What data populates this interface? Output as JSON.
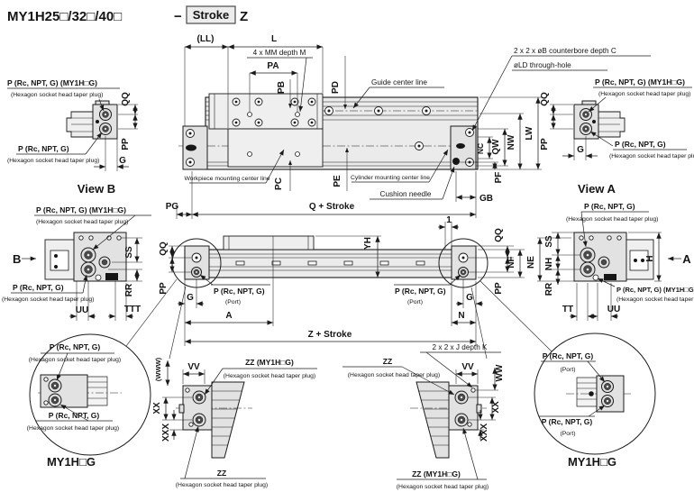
{
  "title": {
    "model": "MY1H25□/32□/40□",
    "dash": "−",
    "stroke_box": "Stroke",
    "suffix": "Z"
  },
  "ports": {
    "p": "P (Rc, NPT, G)",
    "p_g": "P (Rc, NPT, G) (MY1H□G)",
    "plug": "(Hexagon socket head taper plug)",
    "port": "(Port)"
  },
  "callouts": {
    "mm_holes": "4 x MM depth M",
    "counterbore": "2 x 2 x øB counterbore depth C",
    "through_hole": "øLD through-hole",
    "guide_center_line": "Guide center line",
    "workpiece_center_line": "Workpiece mounting center line",
    "cylinder_center_line": "Cylinder mounting center line",
    "cushion_needle": "Cushion needle",
    "j_holes": "2 x 2 x J depth K"
  },
  "dims": {
    "LL": "(LL)",
    "L": "L",
    "PA": "PA",
    "PB": "PB",
    "PD": "PD",
    "PC": "PC",
    "PE": "PE",
    "PG": "PG",
    "Q_stroke": "Q + Stroke",
    "Z_stroke": "Z + Stroke",
    "A": "A",
    "N": "N",
    "G": "G",
    "one": "1",
    "QQ": "QQ",
    "PP": "PP",
    "NC": "NC",
    "QW": "QW",
    "NW": "NW",
    "LW": "LW",
    "PF": "PF",
    "GB": "GB",
    "YH": "YH",
    "NE": "NE",
    "NF": "NF",
    "NH": "NH",
    "SS": "SS",
    "RR": "RR",
    "TT": "TT",
    "TTT": "TTT",
    "UU": "UU",
    "VV": "VV",
    "WW": "WW",
    "WWW": "(WWW)",
    "XX": "XX",
    "XXX": "XXX",
    "H": "H",
    "ZZ": "ZZ",
    "ZZ_g": "ZZ (MY1H□G)"
  },
  "views": {
    "view_a": "View A",
    "view_b": "View B",
    "detail_model": "MY1H□G",
    "arrow_a": "A",
    "arrow_b": "B"
  }
}
